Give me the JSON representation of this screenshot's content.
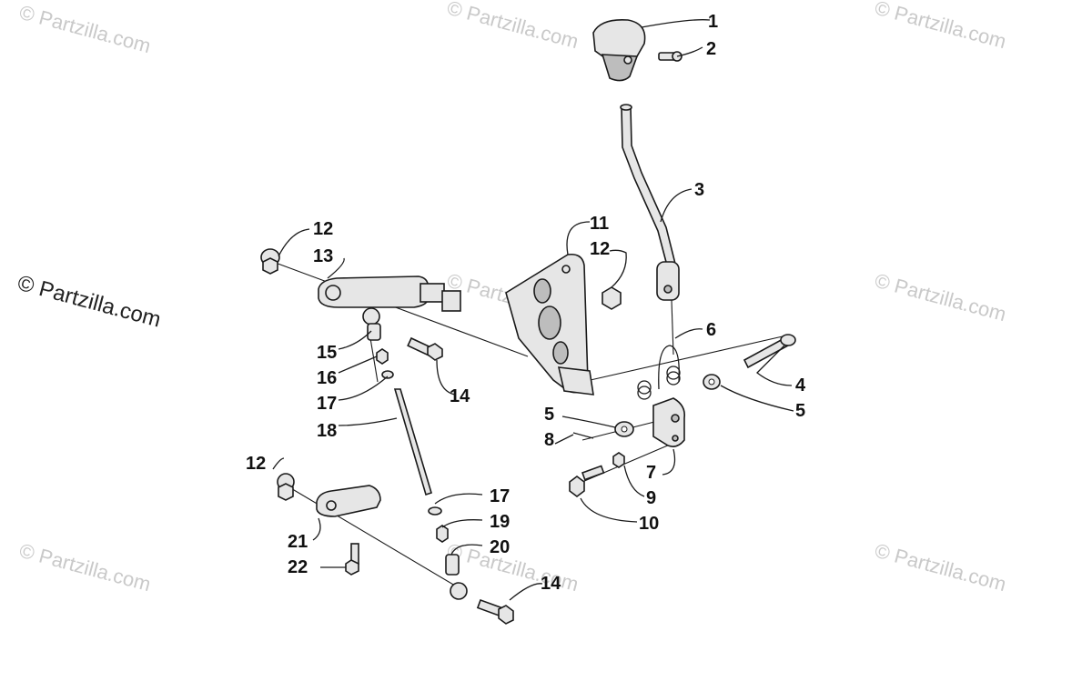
{
  "watermarks": {
    "small": "© Partzilla.com",
    "large": "© Partzilla.com"
  },
  "callouts": {
    "c1": "1",
    "c2": "2",
    "c3": "3",
    "c4": "4",
    "c5a": "5",
    "c5b": "5",
    "c6": "6",
    "c7": "7",
    "c8": "8",
    "c9": "9",
    "c10": "10",
    "c11": "11",
    "c12a": "12",
    "c12b": "12",
    "c12c": "12",
    "c13": "13",
    "c14a": "14",
    "c14b": "14",
    "c15": "15",
    "c16": "16",
    "c17a": "17",
    "c17b": "17",
    "c18": "18",
    "c19": "19",
    "c20": "20",
    "c21": "21",
    "c22": "22"
  }
}
